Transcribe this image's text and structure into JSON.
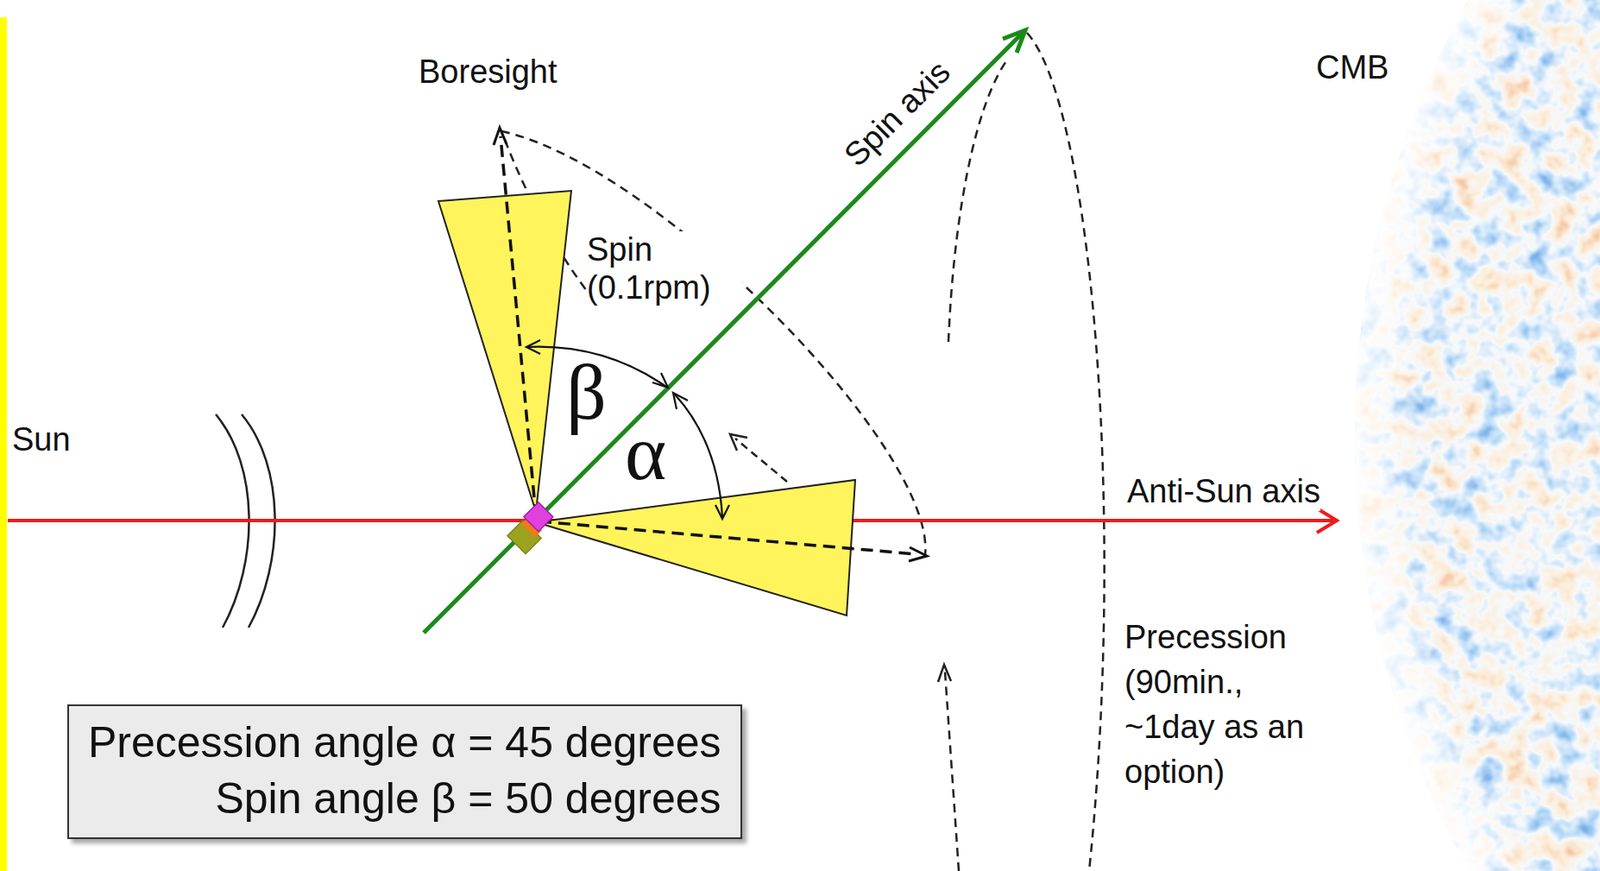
{
  "diagram": {
    "nodes": [
      {
        "text": [
          "Precession angle α = 45 degrees",
          "Spin angle β = 50 degrees"
        ]
      }
    ],
    "labels": [
      "Boresight",
      "Spin axis",
      "CMB",
      "Spin (0.1rpm)",
      "β",
      "α",
      "Sun",
      "Anti-Sun axis",
      "Precession (90min., ~1day as an option)"
    ]
  }
}
